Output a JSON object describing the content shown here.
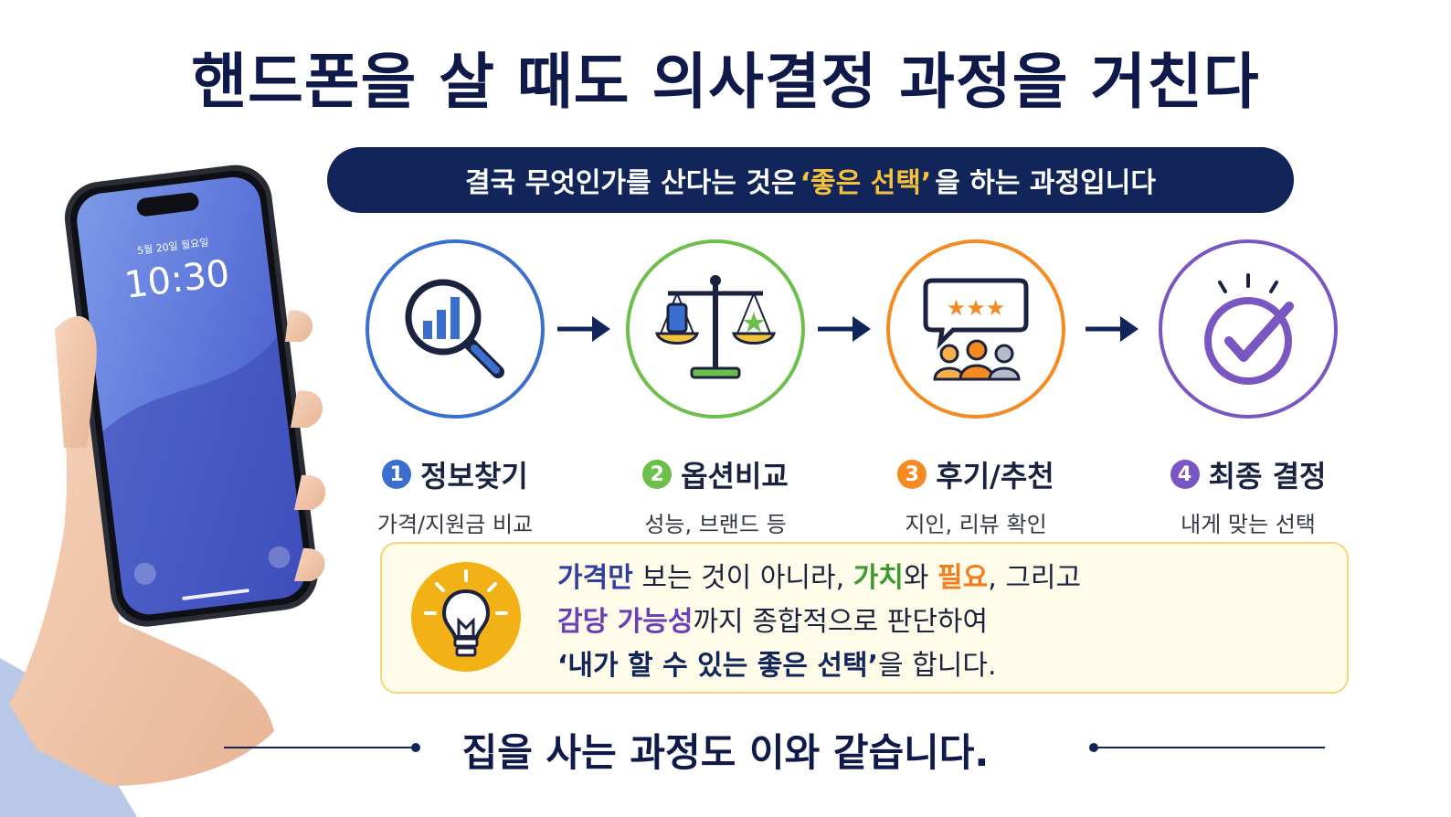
{
  "title": "핸드폰을 살 때도 의사결정 과정을 거친다",
  "banner": {
    "before": "결국 무엇인가를 산다는 것은",
    "highlight": "‘좋은 선택’",
    "after": "을 하는 과정입니다"
  },
  "phone": {
    "date": "5월 20일 월요일",
    "time": "10:30"
  },
  "steps": [
    {
      "number": "1",
      "title": "정보찾기",
      "subtitle": "가격/지원금 비교",
      "color": "#3a6fd0",
      "icon": "magnifier-chart-icon"
    },
    {
      "number": "2",
      "title": "옵션비교",
      "subtitle": "성능, 브랜드 등",
      "color": "#6cbf4a",
      "icon": "balance-scale-icon"
    },
    {
      "number": "3",
      "title": "후기/추천",
      "subtitle": "지인, 리뷰 확인",
      "color": "#f58a23",
      "icon": "review-people-icon"
    },
    {
      "number": "4",
      "title": "최종 결정",
      "subtitle": "내게 맞는 선택",
      "color": "#7a56c2",
      "icon": "check-circle-icon"
    }
  ],
  "tip": {
    "line1": {
      "a": "가격만",
      "b": " 보는 것이 아니라, ",
      "c": "가치",
      "d": "와 ",
      "e": "필요",
      "f": ", 그리고"
    },
    "line2": {
      "a": "감당 가능성",
      "b": "까지 종합적으로 판단하여"
    },
    "line3": {
      "a": "‘내가 할 수 있는 좋은 선택’",
      "b": "을 합니다."
    },
    "icon": "lightbulb-icon"
  },
  "footer": "집을 사는 과정도 이와 같습니다."
}
